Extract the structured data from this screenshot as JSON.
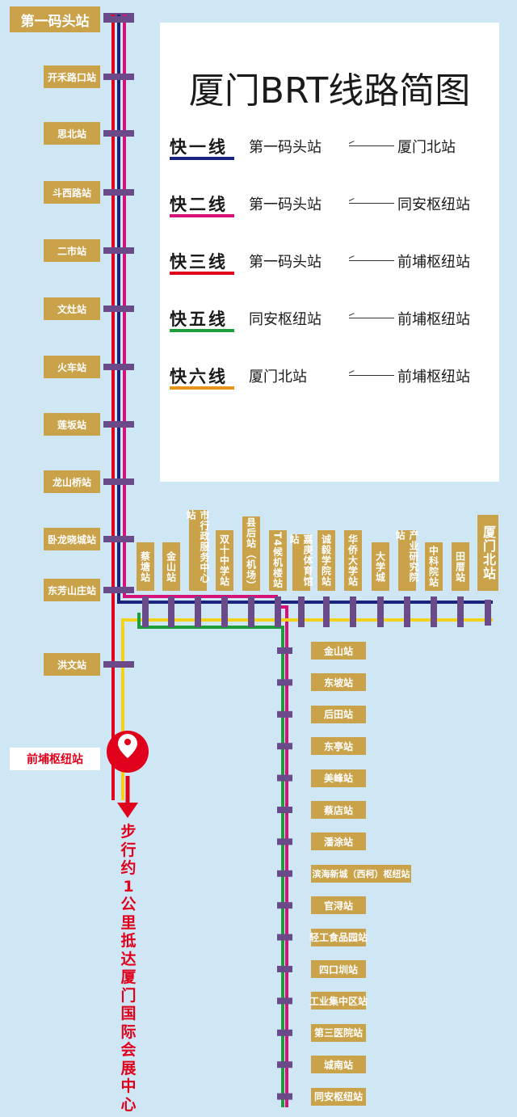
{
  "title": "厦门BRT线路简图",
  "lines": [
    {
      "name": "快一线",
      "color": "#1a237e",
      "from": "第一码头站",
      "to": "厦门北站"
    },
    {
      "name": "快二线",
      "color": "#d6127a",
      "from": "第一码头站",
      "to": "同安枢纽站"
    },
    {
      "name": "快三线",
      "color": "#e0001b",
      "from": "第一码头站",
      "to": "前埔枢纽站"
    },
    {
      "name": "快五线",
      "color": "#1e9e3a",
      "from": "同安枢纽站",
      "to": "前埔枢纽站"
    },
    {
      "name": "快六线",
      "color": "#e8931e",
      "from": "厦门北站",
      "to": "前埔枢纽站"
    }
  ],
  "left_stations": [
    "第一码头站",
    "开禾路口站",
    "思北站",
    "斗西路站",
    "二市站",
    "文灶站",
    "火车站",
    "莲坂站",
    "龙山桥站",
    "卧龙晓城站",
    "东芳山庄站",
    "洪文站"
  ],
  "top_stations": [
    "蔡塘站",
    "金山站",
    "市行政服务中心站",
    "双十中学站",
    "县后站（机场）",
    "T4候机楼站",
    "嘉庚体育馆站",
    "诚毅学院站",
    "华侨大学站",
    "大学城",
    "产业研究院站",
    "中科院站",
    "田厝站",
    "厦门北站"
  ],
  "bottom_stations": [
    "金山站",
    "东坡站",
    "后田站",
    "东亭站",
    "美峰站",
    "蔡店站",
    "潘涂站",
    "滨海新城（西柯）枢纽站",
    "官浔站",
    "轻工食品园站",
    "四口圳站",
    "工业集中区站",
    "第三医院站",
    "城南站",
    "同安枢纽站"
  ],
  "hub_station": "前埔枢纽站",
  "walk_note": "步行约1公里抵达厦门国际会展中心",
  "colors": {
    "background": "#cfe6f5",
    "station": "#c9a24a",
    "tick": "#6b4a8a",
    "yellow_line": "#f2d21b"
  }
}
